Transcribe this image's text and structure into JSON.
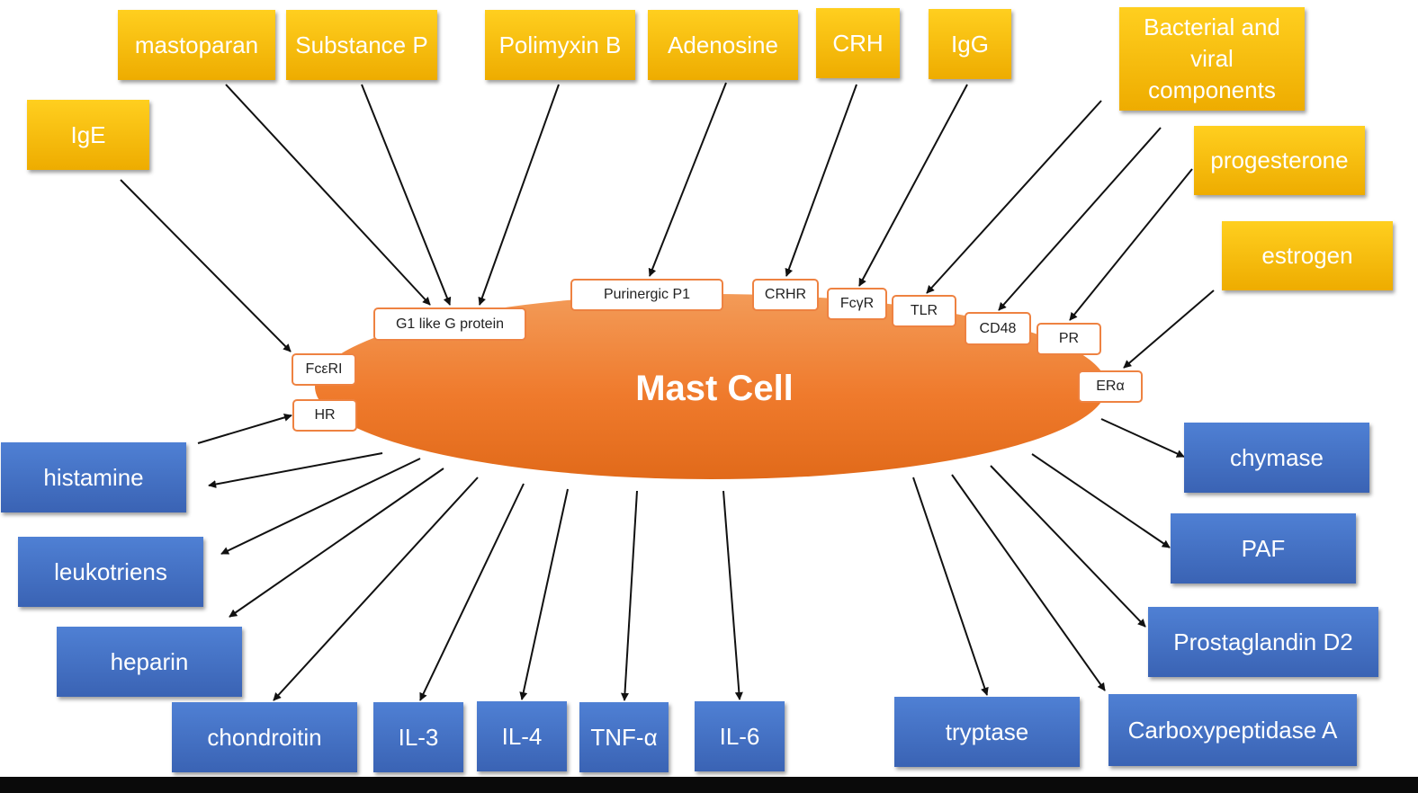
{
  "cell": {
    "label": "Mast Cell",
    "color": "#ee7828"
  },
  "stimuli": [
    {
      "id": "mastoparan",
      "label": "mastoparan"
    },
    {
      "id": "substance-p",
      "label": "Substance P"
    },
    {
      "id": "polimyxin-b",
      "label": "Polimyxin B"
    },
    {
      "id": "adenosine",
      "label": "Adenosine"
    },
    {
      "id": "crh",
      "label": "CRH"
    },
    {
      "id": "igg",
      "label": "IgG"
    },
    {
      "id": "bacterial-viral",
      "label": "Bacterial and viral components"
    },
    {
      "id": "ige",
      "label": "IgE"
    },
    {
      "id": "progesterone",
      "label": "progesterone"
    },
    {
      "id": "estrogen",
      "label": "estrogen"
    }
  ],
  "receptors": [
    {
      "id": "fceri",
      "label": "FcεRI"
    },
    {
      "id": "hr",
      "label": "HR"
    },
    {
      "id": "g1-like-g-protein",
      "label": "G1 like G protein"
    },
    {
      "id": "purinergic-p1",
      "label": "Purinergic P1"
    },
    {
      "id": "crhr",
      "label": "CRHR"
    },
    {
      "id": "fcgr",
      "label": "FcγR"
    },
    {
      "id": "tlr",
      "label": "TLR"
    },
    {
      "id": "cd48",
      "label": "CD48"
    },
    {
      "id": "pr",
      "label": "PR"
    },
    {
      "id": "era",
      "label": "ERα"
    }
  ],
  "mediators": [
    {
      "id": "histamine",
      "label": "histamine"
    },
    {
      "id": "leukotriens",
      "label": "leukotriens"
    },
    {
      "id": "heparin",
      "label": "heparin"
    },
    {
      "id": "chondroitin",
      "label": "chondroitin"
    },
    {
      "id": "il-3",
      "label": "IL-3"
    },
    {
      "id": "il-4",
      "label": "IL-4"
    },
    {
      "id": "tnf-a",
      "label": "TNF-α"
    },
    {
      "id": "il-6",
      "label": "IL-6"
    },
    {
      "id": "tryptase",
      "label": "tryptase"
    },
    {
      "id": "carboxypeptidase-a",
      "label": "Carboxypeptidase A"
    },
    {
      "id": "chymase",
      "label": "chymase"
    },
    {
      "id": "paf",
      "label": "PAF"
    },
    {
      "id": "prostaglandin-d2",
      "label": "Prostaglandin D2"
    }
  ],
  "arrows": [
    {
      "from": "ige",
      "to": "fceri"
    },
    {
      "from": "mastoparan",
      "to": "g1-like-g-protein"
    },
    {
      "from": "substance-p",
      "to": "g1-like-g-protein"
    },
    {
      "from": "polimyxin-b",
      "to": "g1-like-g-protein"
    },
    {
      "from": "adenosine",
      "to": "purinergic-p1"
    },
    {
      "from": "crh",
      "to": "crhr"
    },
    {
      "from": "igg",
      "to": "fcgr"
    },
    {
      "from": "bacterial-viral",
      "to": "tlr"
    },
    {
      "from": "bacterial-viral",
      "to": "cd48"
    },
    {
      "from": "progesterone",
      "to": "pr"
    },
    {
      "from": "estrogen",
      "to": "era"
    },
    {
      "from": "histamine",
      "to": "hr"
    },
    {
      "from": "mast-cell",
      "to": "histamine"
    },
    {
      "from": "mast-cell",
      "to": "leukotriens"
    },
    {
      "from": "mast-cell",
      "to": "heparin"
    },
    {
      "from": "mast-cell",
      "to": "chondroitin"
    },
    {
      "from": "mast-cell",
      "to": "il-3"
    },
    {
      "from": "mast-cell",
      "to": "il-4"
    },
    {
      "from": "mast-cell",
      "to": "tnf-a"
    },
    {
      "from": "mast-cell",
      "to": "il-6"
    },
    {
      "from": "mast-cell",
      "to": "tryptase"
    },
    {
      "from": "mast-cell",
      "to": "carboxypeptidase-a"
    },
    {
      "from": "mast-cell",
      "to": "prostaglandin-d2"
    },
    {
      "from": "mast-cell",
      "to": "paf"
    },
    {
      "from": "mast-cell",
      "to": "chymase"
    }
  ]
}
